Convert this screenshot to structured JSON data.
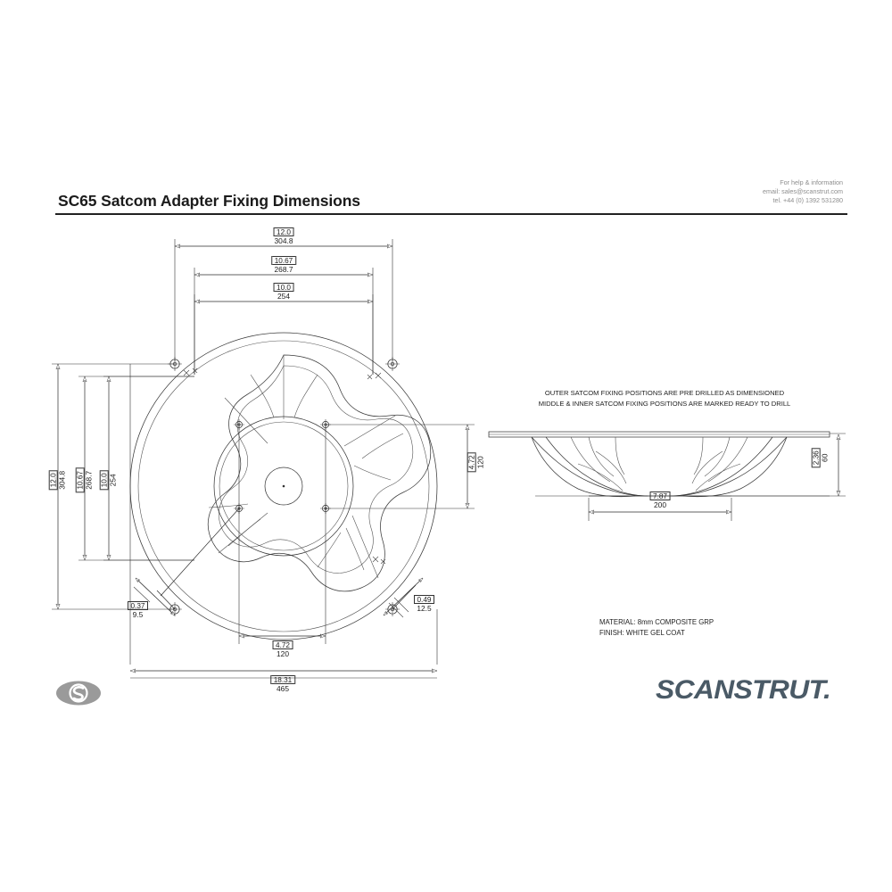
{
  "document": {
    "title": "SC65 Satcom Adapter Fixing Dimensions",
    "sheet_background": "#ffffff",
    "line_color": "#2b2b2b"
  },
  "contact": {
    "line1": "For help & information",
    "line2": "email: sales@scanstrut.com",
    "line3": "tel. +44 (0) 1392 531280",
    "color": "#8d8d8d"
  },
  "notes": {
    "line1": "OUTER SATCOM FIXING POSITIONS ARE PRE DRILLED AS DIMENSIONED",
    "line2": "MIDDLE & INNER SATCOM FIXING POSITIONS ARE MARKED READY TO DRILL"
  },
  "specs": {
    "material": "MATERIAL: 8mm COMPOSITE GRP",
    "finish": "FINISH: WHITE GEL COAT"
  },
  "brand": {
    "wordmark": "SCANSTRUT.",
    "wordmark_color": "#4a5a66",
    "mark_letter": "S",
    "mark_color": "#9a9a9a"
  },
  "dimensions": {
    "top": [
      {
        "id": "top-304",
        "inch": "12.0",
        "mm": "304.8"
      },
      {
        "id": "top-268",
        "inch": "10.67",
        "mm": "268.7"
      },
      {
        "id": "top-254",
        "inch": "10.0",
        "mm": "254"
      }
    ],
    "left": [
      {
        "id": "left-304",
        "inch": "12.0",
        "mm": "304.8"
      },
      {
        "id": "left-268",
        "inch": "10.67",
        "mm": "268.7"
      },
      {
        "id": "left-254",
        "inch": "10.0",
        "mm": "254"
      }
    ],
    "plan_right": {
      "id": "plan-120v",
      "inch": "4.72",
      "mm": "120"
    },
    "plan_bottom_inner": {
      "id": "plan-120h",
      "inch": "4.72",
      "mm": "120"
    },
    "plan_overall": {
      "id": "plan-465",
      "inch": "18.31",
      "mm": "465"
    },
    "hole_small": {
      "id": "hole-9p5",
      "inch": "0.37",
      "mm": "9.5"
    },
    "hole_large": {
      "id": "hole-12p5",
      "inch": "0.49",
      "mm": "12.5"
    },
    "side_width": {
      "id": "side-200",
      "inch": "7.87",
      "mm": "200"
    },
    "side_height": {
      "id": "side-60",
      "inch": "2.36",
      "mm": "60"
    }
  },
  "views": {
    "plan_label": "plan-view",
    "side_label": "side-elevation"
  }
}
